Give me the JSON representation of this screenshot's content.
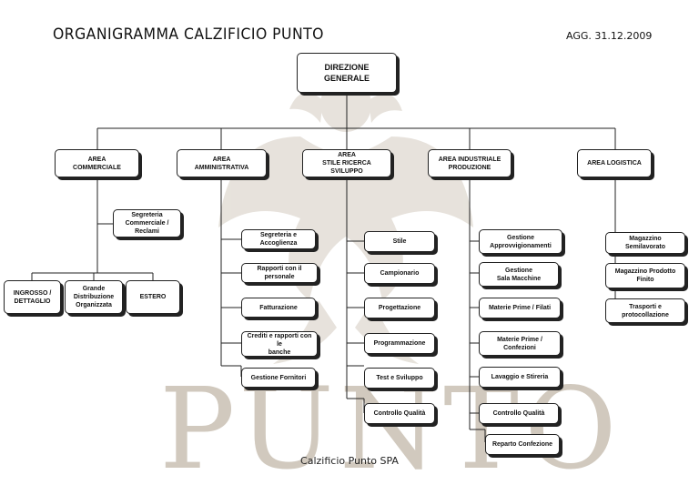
{
  "header": {
    "title": "ORGANIGRAMMA CALZIFICIO PUNTO",
    "update": "AGG. 31.12.2009"
  },
  "watermark": {
    "text": "PUNTO",
    "emblem": "eagle-emblem",
    "color": "#c9c0b3"
  },
  "footer": {
    "company": "Calzificio Punto SPA"
  },
  "chart": {
    "root": "DIREZIONE\nGENERALE",
    "areas": {
      "commerciale": "AREA\nCOMMERCIALE",
      "amministrativa": "AREA\nAMMINISTRATIVA",
      "stile": "AREA\nSTILE RICERCA SVILUPPO",
      "produzione": "AREA INDUSTRIALE\nPRODUZIONE",
      "logistica": "AREA LOGISTICA"
    },
    "commerciale": {
      "segreteria": "Segreteria\nCommerciale / Reclami",
      "units": [
        "INGROSSO /\nDETTAGLIO",
        "Grande\nDistribuzione\nOrganizzata",
        "ESTERO"
      ]
    },
    "amministrativa": [
      "Segreteria e Accoglienza",
      "Rapporti con il personale",
      "Fatturazione",
      "Crediti e rapporti con le\nbanche",
      "Gestione Fornitori"
    ],
    "stile": [
      "Stile",
      "Campionario",
      "Progettazione",
      "Programmazione",
      "Test e Sviluppo",
      "Controllo Qualità"
    ],
    "produzione": [
      "Gestione\nApprovvigionamenti",
      "Gestione\nSala Macchine",
      "Materie Prime / Filati",
      "Materie Prime /\nConfezioni",
      "Lavaggio e Stireria",
      "Controllo Qualità",
      "Reparto Confezione"
    ],
    "logistica": [
      "Magazzino Semilavorato",
      "Magazzino Prodotto\nFinito",
      "Trasporti e\nprotocollazione"
    ]
  }
}
